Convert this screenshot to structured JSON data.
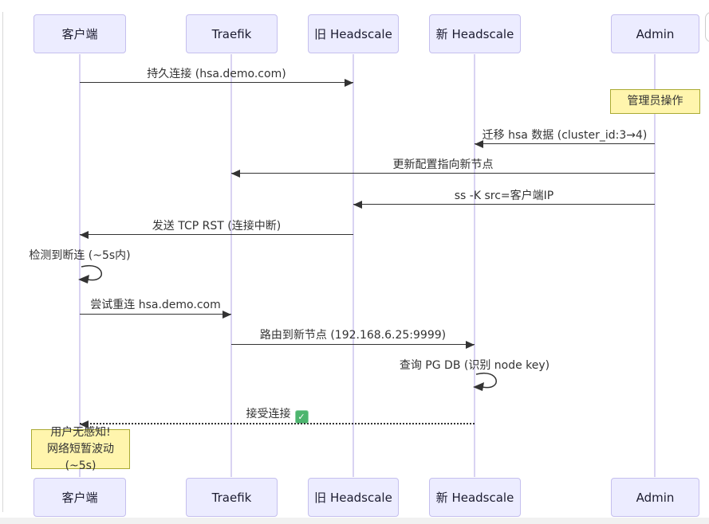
{
  "diagram": {
    "type": "sequence",
    "actors": [
      {
        "id": "client",
        "label": "客户端"
      },
      {
        "id": "traefik",
        "label": "Traefik"
      },
      {
        "id": "old-headscale",
        "label": "旧 Headscale"
      },
      {
        "id": "new-headscale",
        "label": "新 Headscale"
      },
      {
        "id": "admin",
        "label": "Admin"
      }
    ],
    "messages": [
      {
        "from": "客户端",
        "to": "旧 Headscale",
        "line": "solid",
        "text": "持久连接 (hsa.demo.com)"
      },
      {
        "from": "Admin",
        "to": "新 Headscale",
        "line": "solid",
        "text": "迁移 hsa 数据 (cluster_id:3→4)"
      },
      {
        "from": "Admin",
        "to": "Traefik",
        "line": "solid",
        "text": "更新配置指向新节点"
      },
      {
        "from": "Admin",
        "to": "旧 Headscale",
        "line": "solid",
        "text": "ss -K src=客户端IP"
      },
      {
        "from": "旧 Headscale",
        "to": "客户端",
        "line": "solid",
        "text": "发送 TCP RST (连接中断)"
      },
      {
        "from": "客户端",
        "to": "客户端",
        "line": "self",
        "text": "检测到断连 (~5s内)"
      },
      {
        "from": "客户端",
        "to": "Traefik",
        "line": "solid",
        "text": "尝试重连 hsa.demo.com"
      },
      {
        "from": "Traefik",
        "to": "新 Headscale",
        "line": "solid",
        "text": "路由到新节点 (192.168.6.25:9999)"
      },
      {
        "from": "新 Headscale",
        "to": "新 Headscale",
        "line": "self",
        "text": "查询 PG DB (识别 node key)"
      },
      {
        "from": "新 Headscale",
        "to": "客户端",
        "line": "dashed",
        "text": "接受连接",
        "icon": "check"
      }
    ],
    "notes": [
      {
        "over": "Admin",
        "text": "管理员操作"
      },
      {
        "over": "客户端",
        "lines": [
          "用户无感知!",
          "网络短暂波动 (~5s)"
        ]
      }
    ],
    "check_glyph": "✓",
    "colors": {
      "actor_fill": "#ECECFF",
      "actor_border": "#c5bfee",
      "lifeline": "#d9d3f2",
      "arrow": "#333333",
      "note_fill": "#fff5ad",
      "note_border": "#aaaa33",
      "check_green": "#4db56e"
    }
  }
}
